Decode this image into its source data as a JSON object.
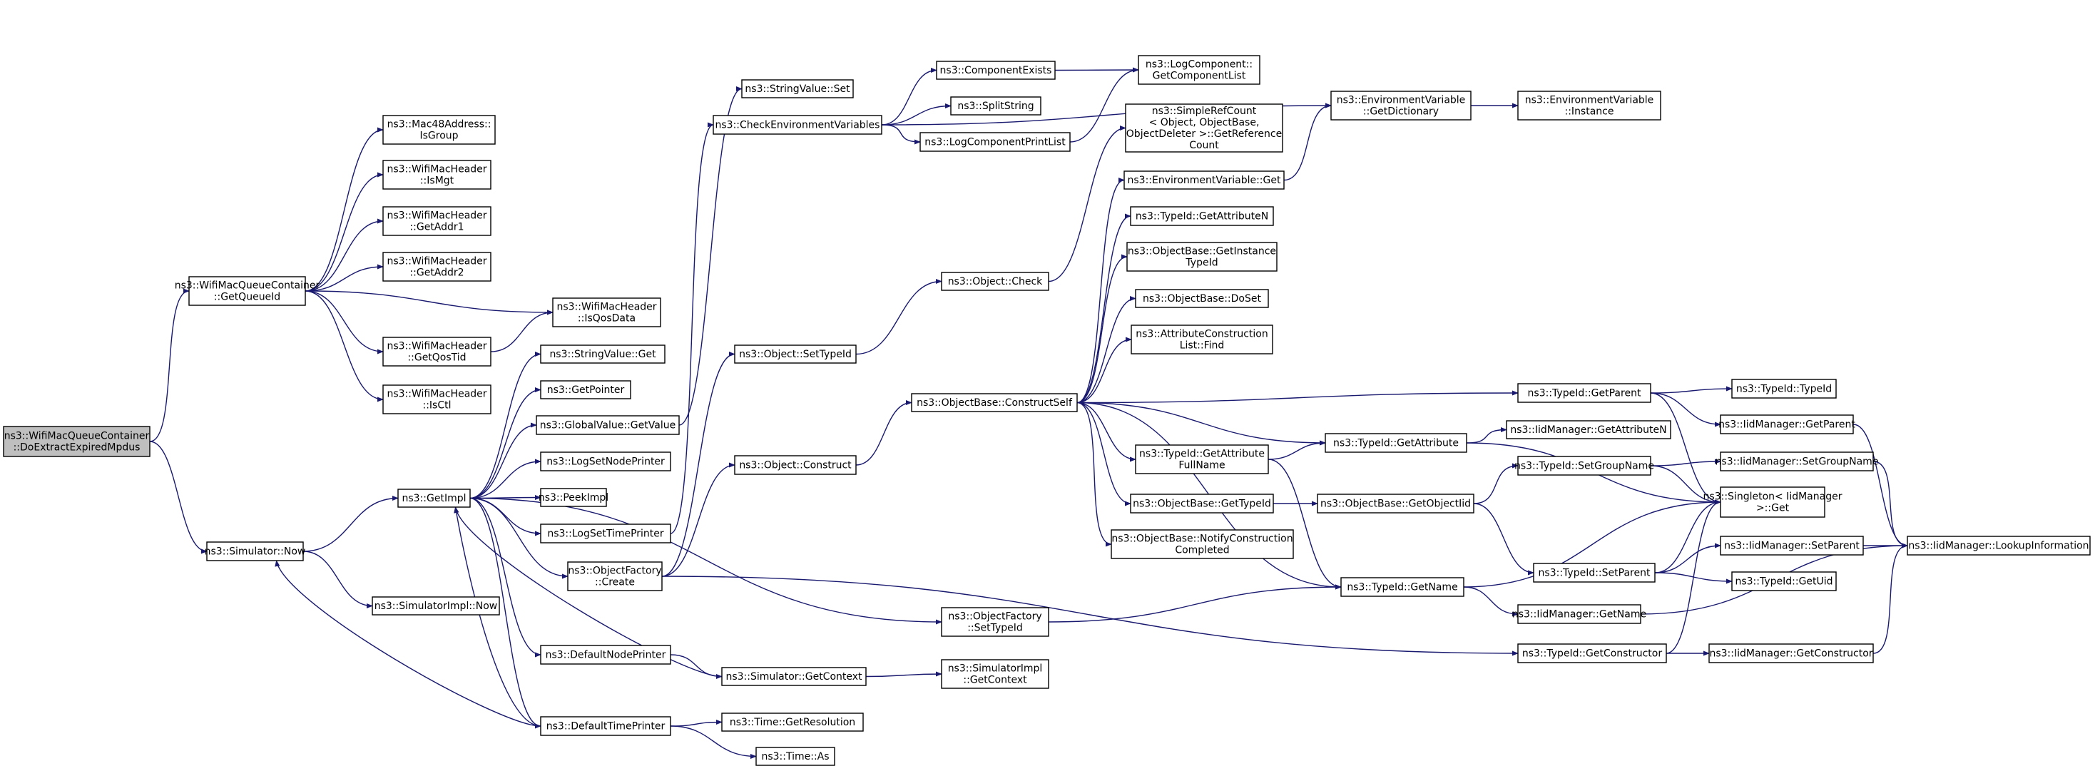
{
  "graph": {
    "type": "call-graph",
    "edge_color": "#191970",
    "root_fill": "#bfbfbf",
    "nodes": [
      {
        "id": "n_root",
        "lines": [
          "ns3::WifiMacQueueContainer",
          "::DoExtractExpiredMpdus"
        ],
        "root": true
      },
      {
        "id": "n_getqueueid",
        "lines": [
          "ns3::WifiMacQueueContainer",
          "::GetQueueId"
        ]
      },
      {
        "id": "n_isgroup",
        "lines": [
          "ns3::Mac48Address::",
          "IsGroup"
        ]
      },
      {
        "id": "n_ismgt",
        "lines": [
          "ns3::WifiMacHeader",
          "::IsMgt"
        ]
      },
      {
        "id": "n_getaddr1",
        "lines": [
          "ns3::WifiMacHeader",
          "::GetAddr1"
        ]
      },
      {
        "id": "n_getaddr2",
        "lines": [
          "ns3::WifiMacHeader",
          "::GetAddr2"
        ]
      },
      {
        "id": "n_isqosdata",
        "lines": [
          "ns3::WifiMacHeader",
          "::IsQosData"
        ]
      },
      {
        "id": "n_getqostid",
        "lines": [
          "ns3::WifiMacHeader",
          "::GetQosTid"
        ]
      },
      {
        "id": "n_isctl",
        "lines": [
          "ns3::WifiMacHeader",
          "::IsCtl"
        ]
      },
      {
        "id": "n_simnow",
        "lines": [
          "ns3::Simulator::Now"
        ]
      },
      {
        "id": "n_simimplnow",
        "lines": [
          "ns3::SimulatorImpl::Now"
        ]
      },
      {
        "id": "n_getimpl",
        "lines": [
          "ns3::GetImpl"
        ]
      },
      {
        "id": "n_strget",
        "lines": [
          "ns3::StringValue::Get"
        ]
      },
      {
        "id": "n_getpointer",
        "lines": [
          "ns3::GetPointer"
        ]
      },
      {
        "id": "n_globalget",
        "lines": [
          "ns3::GlobalValue::GetValue"
        ]
      },
      {
        "id": "n_logsetnode",
        "lines": [
          "ns3::LogSetNodePrinter"
        ]
      },
      {
        "id": "n_peekimpl",
        "lines": [
          "ns3::PeekImpl"
        ]
      },
      {
        "id": "n_logsettime",
        "lines": [
          "ns3::LogSetTimePrinter"
        ]
      },
      {
        "id": "n_objfactcreate",
        "lines": [
          "ns3::ObjectFactory",
          "::Create"
        ]
      },
      {
        "id": "n_defnode",
        "lines": [
          "ns3::DefaultNodePrinter"
        ]
      },
      {
        "id": "n_deftime",
        "lines": [
          "ns3::DefaultTimePrinter"
        ]
      },
      {
        "id": "n_strset",
        "lines": [
          "ns3::StringValue::Set"
        ]
      },
      {
        "id": "n_checkenv",
        "lines": [
          "ns3::CheckEnvironmentVariables"
        ]
      },
      {
        "id": "n_settypeid",
        "lines": [
          "ns3::Object::SetTypeId"
        ]
      },
      {
        "id": "n_construct",
        "lines": [
          "ns3::Object::Construct"
        ]
      },
      {
        "id": "n_simgetctx",
        "lines": [
          "ns3::Simulator::GetContext"
        ]
      },
      {
        "id": "n_timegetres",
        "lines": [
          "ns3::Time::GetResolution"
        ]
      },
      {
        "id": "n_timeas",
        "lines": [
          "ns3::Time::As"
        ]
      },
      {
        "id": "n_compexists",
        "lines": [
          "ns3::ComponentExists"
        ]
      },
      {
        "id": "n_splitstring",
        "lines": [
          "ns3::SplitString"
        ]
      },
      {
        "id": "n_logcompprint",
        "lines": [
          "ns3::LogComponentPrintList"
        ]
      },
      {
        "id": "n_objcheck",
        "lines": [
          "ns3::Object::Check"
        ]
      },
      {
        "id": "n_constructself",
        "lines": [
          "ns3::ObjectBase::ConstructSelf"
        ]
      },
      {
        "id": "n_objfactsettype",
        "lines": [
          "ns3::ObjectFactory",
          "::SetTypeId"
        ]
      },
      {
        "id": "n_simimplgetctx",
        "lines": [
          "ns3::SimulatorImpl",
          "::GetContext"
        ]
      },
      {
        "id": "n_logcomplist",
        "lines": [
          "ns3::LogComponent::",
          "GetComponentList"
        ]
      },
      {
        "id": "n_simpleref",
        "lines": [
          "ns3::SimpleRefCount",
          "< Object, ObjectBase,",
          "ObjectDeleter >::GetReference",
          "Count"
        ]
      },
      {
        "id": "n_envget",
        "lines": [
          "ns3::EnvironmentVariable::Get"
        ]
      },
      {
        "id": "n_getattrn",
        "lines": [
          "ns3::TypeId::GetAttributeN"
        ]
      },
      {
        "id": "n_getinsttype",
        "lines": [
          "ns3::ObjectBase::GetInstance",
          "TypeId"
        ]
      },
      {
        "id": "n_doset",
        "lines": [
          "ns3::ObjectBase::DoSet"
        ]
      },
      {
        "id": "n_attrfind",
        "lines": [
          "ns3::AttributeConstruction",
          "List::Find"
        ]
      },
      {
        "id": "n_getattrfull",
        "lines": [
          "ns3::TypeId::GetAttribute",
          "FullName"
        ]
      },
      {
        "id": "n_obgettypeid",
        "lines": [
          "ns3::ObjectBase::GetTypeId"
        ]
      },
      {
        "id": "n_notifyconstr",
        "lines": [
          "ns3::ObjectBase::NotifyConstruction",
          "Completed"
        ]
      },
      {
        "id": "n_envgetdict",
        "lines": [
          "ns3::EnvironmentVariable",
          "::GetDictionary"
        ]
      },
      {
        "id": "n_envinstance",
        "lines": [
          "ns3::EnvironmentVariable",
          "::Instance"
        ]
      },
      {
        "id": "n_getattribute",
        "lines": [
          "ns3::TypeId::GetAttribute"
        ]
      },
      {
        "id": "n_getobjectiid",
        "lines": [
          "ns3::ObjectBase::GetObjectIid"
        ]
      },
      {
        "id": "n_typegetname",
        "lines": [
          "ns3::TypeId::GetName"
        ]
      },
      {
        "id": "n_getparent",
        "lines": [
          "ns3::TypeId::GetParent"
        ]
      },
      {
        "id": "n_setgroupname",
        "lines": [
          "ns3::TypeId::SetGroupName"
        ]
      },
      {
        "id": "n_setparent",
        "lines": [
          "ns3::TypeId::SetParent"
        ]
      },
      {
        "id": "n_getconstructor",
        "lines": [
          "ns3::TypeId::GetConstructor"
        ]
      },
      {
        "id": "n_typeidtypeid",
        "lines": [
          "ns3::TypeId::TypeId"
        ]
      },
      {
        "id": "n_iidgetparent",
        "lines": [
          "ns3::IidManager::GetParent"
        ]
      },
      {
        "id": "n_iidgetattrn",
        "lines": [
          "ns3::IidManager::GetAttributeN"
        ]
      },
      {
        "id": "n_iidsetgroup",
        "lines": [
          "ns3::IidManager::SetGroupName"
        ]
      },
      {
        "id": "n_singletonget",
        "lines": [
          "ns3::Singleton< IidManager",
          " >::Get"
        ]
      },
      {
        "id": "n_iidsetparent",
        "lines": [
          "ns3::IidManager::SetParent"
        ]
      },
      {
        "id": "n_typegetuid",
        "lines": [
          "ns3::TypeId::GetUid"
        ]
      },
      {
        "id": "n_iidgetname",
        "lines": [
          "ns3::IidManager::GetName"
        ]
      },
      {
        "id": "n_iidgetconstr",
        "lines": [
          "ns3::IidManager::GetConstructor"
        ]
      },
      {
        "id": "n_iidlookup",
        "lines": [
          "ns3::IidManager::LookupInformation"
        ]
      }
    ]
  }
}
